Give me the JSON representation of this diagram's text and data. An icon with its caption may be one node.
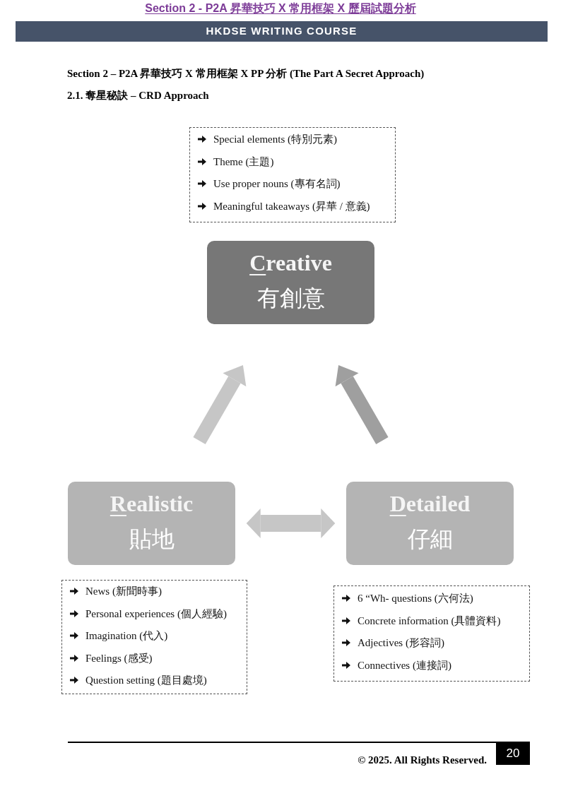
{
  "diagram": {
    "title": "2.1. 奪星秘訣 – CRD Approach",
    "nodes": [
      {
        "text": [
          "Special elements (特別元素)",
          "Theme (主題)",
          "Use proper nouns (專有名詞)",
          "Meaningful takeaways (昇華 / 意義)"
        ]
      },
      {
        "text": [
          "Creative",
          "有創意"
        ]
      },
      {
        "text": [
          "Realistic",
          "貼地"
        ]
      },
      {
        "text": [
          "Detailed",
          "仔細"
        ]
      },
      {
        "text": [
          "News (新聞時事)",
          "Personal experiences (個人經驗)",
          "Imagination (代入)",
          "Feelings (感受)",
          "Question setting (題目處境)"
        ]
      },
      {
        "text": [
          "6 “Wh- questions (六何法)",
          "Concrete information (具體資料)",
          "Adjectives (形容詞)",
          "Connectives (連接詞)"
        ]
      }
    ],
    "edges": [
      {
        "from": 2,
        "to": 1,
        "arrow": "to"
      },
      {
        "from": 3,
        "to": 1,
        "arrow": "to",
        "color": "#9f9f9f"
      },
      {
        "from": 2,
        "to": 3,
        "arrow": "both"
      }
    ],
    "labels": [
      "Section 2 - P2A 昇華技巧 X 常用框架 X 歷屆試題分析",
      "HKDSE WRITING COURSE",
      "Section 2 – P2A 昇華技巧 X 常用框架 X PP 分析 (The Part A Secret Approach)",
      "© 2025. All Rights Reserved.",
      "20"
    ]
  }
}
